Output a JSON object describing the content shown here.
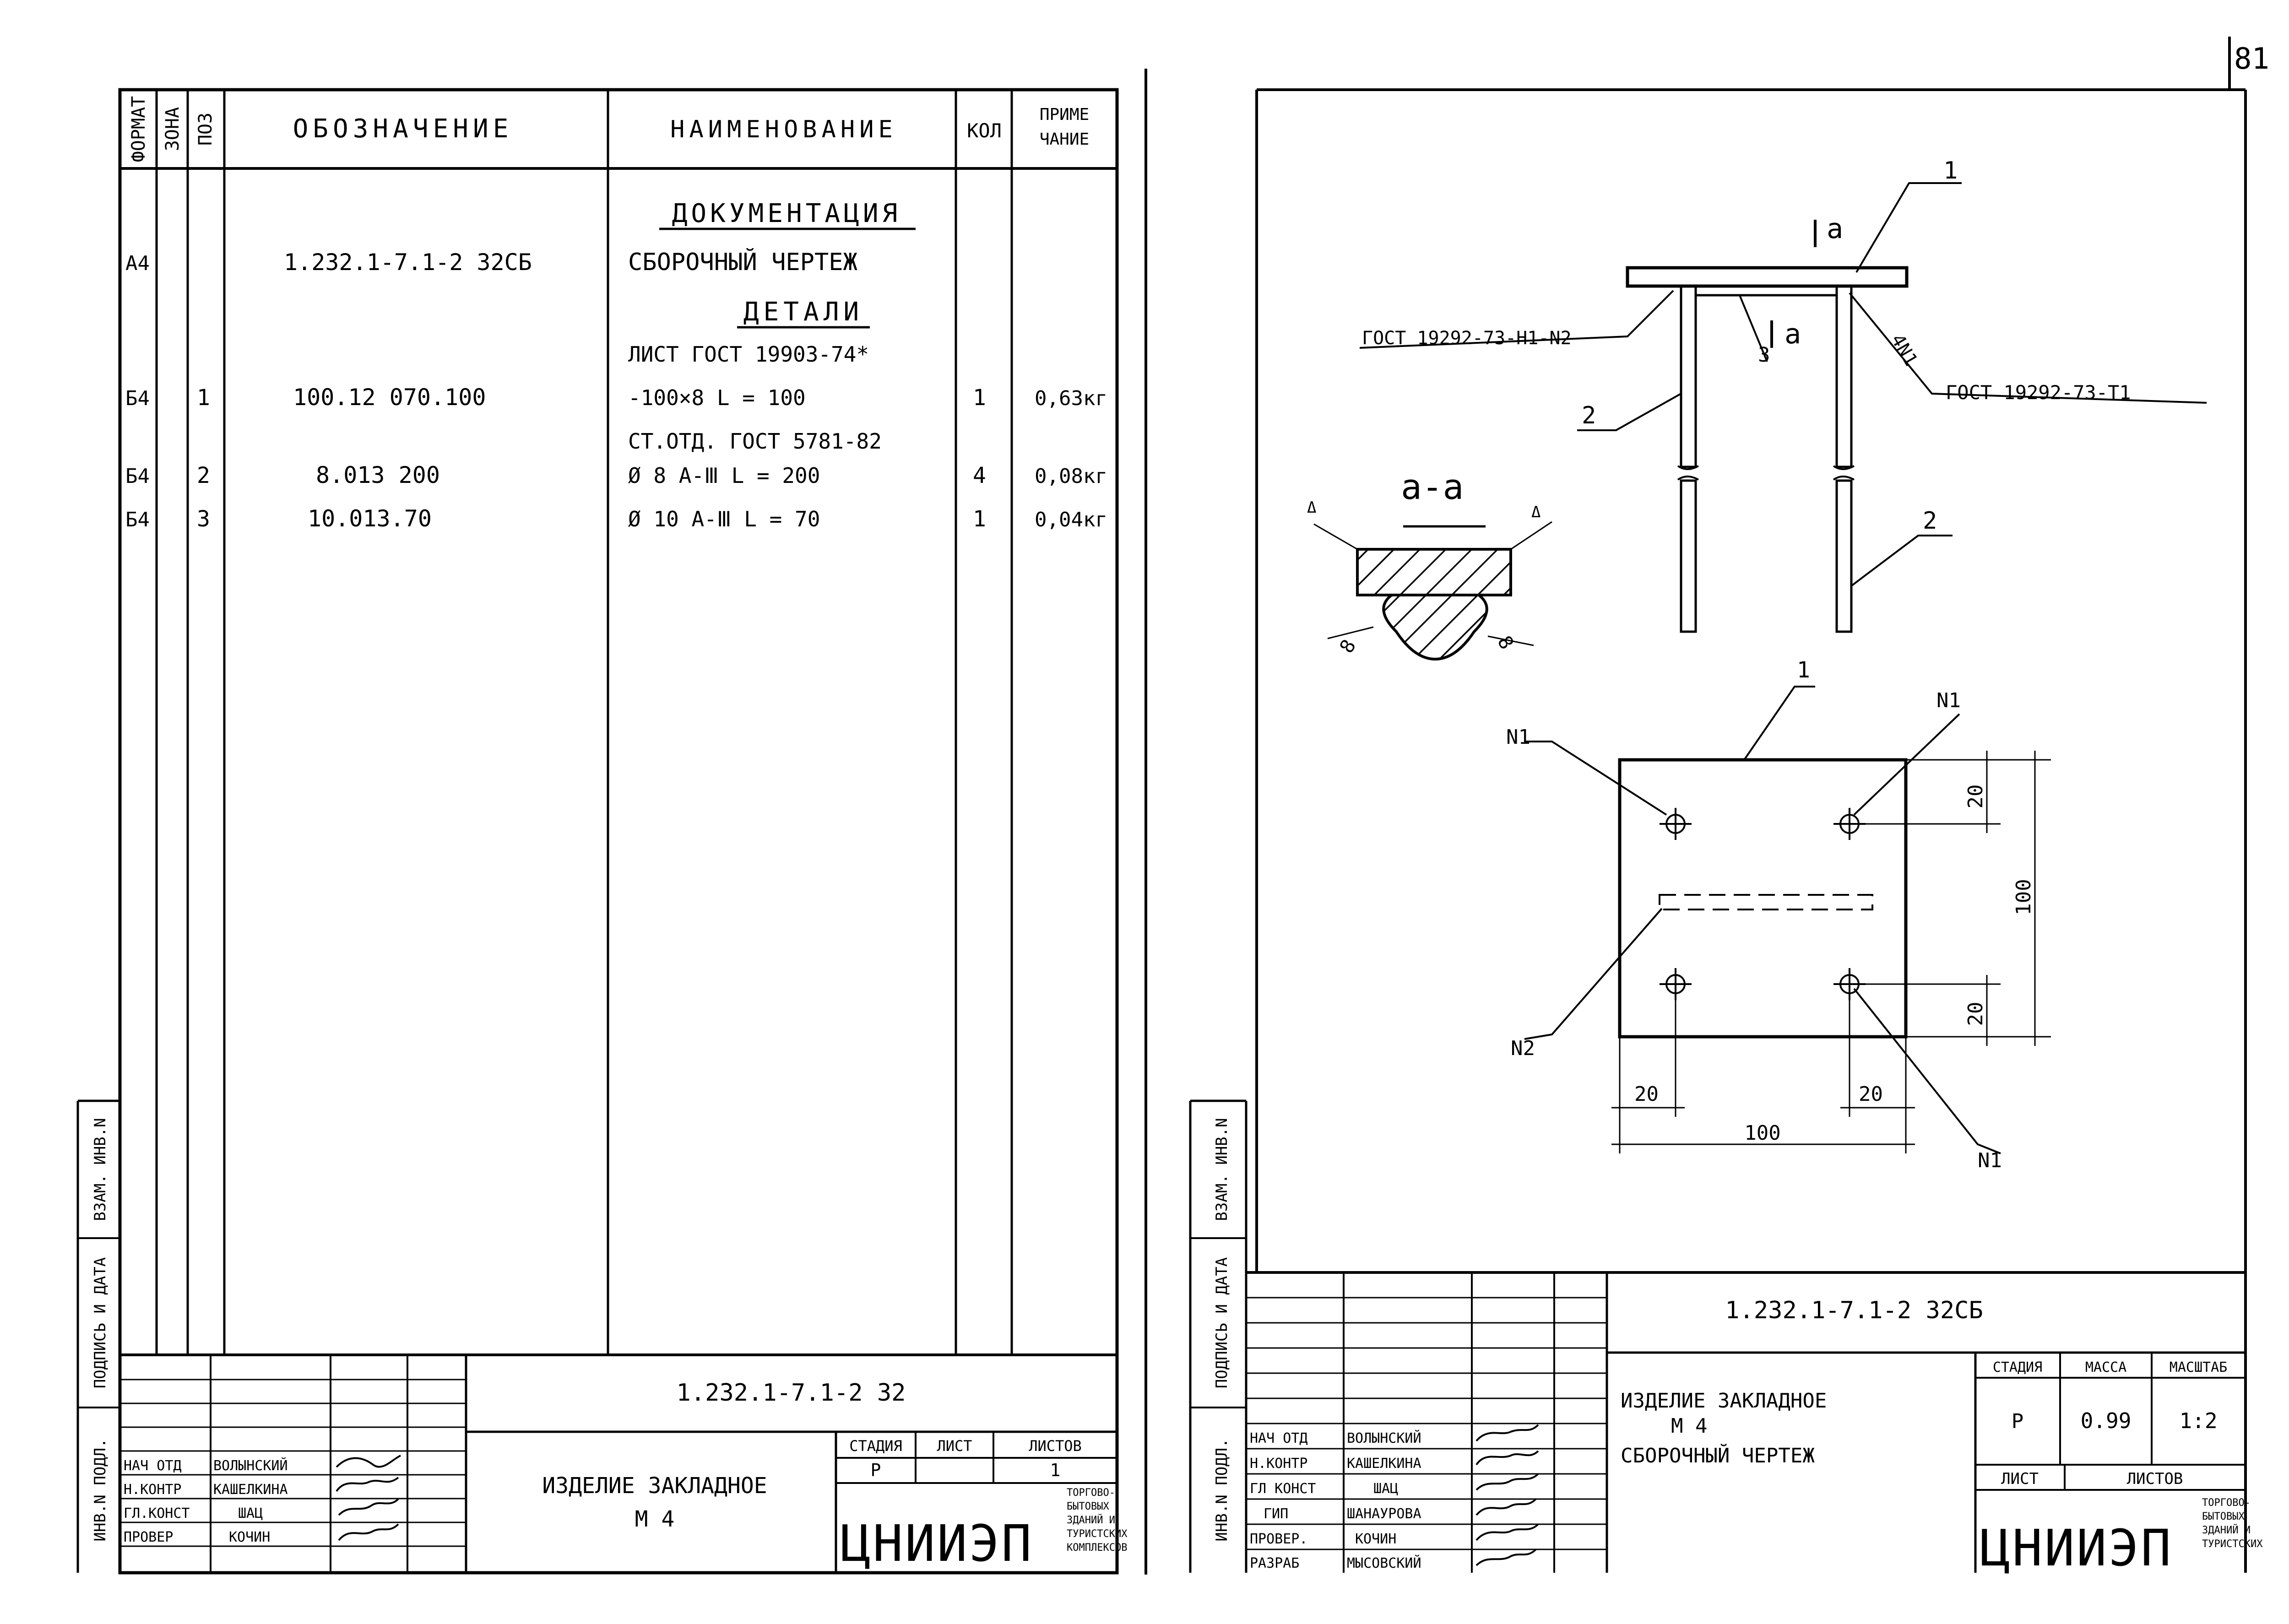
{
  "sheet_number": "81",
  "spec": {
    "headers": {
      "format": "ФОРМАТ",
      "zone": "ЗОНА",
      "pos": "ПОЗ",
      "designation": "ОБОЗНАЧЕНИЕ",
      "name": "НАИМЕНОВАНИЕ",
      "qty": "КОЛ",
      "note_line1": "ПРИМЕ",
      "note_line2": "ЧАНИЕ"
    },
    "section_docs": "ДОКУМЕНТАЦИЯ",
    "section_parts": "ДЕТАЛИ",
    "rows": [
      {
        "format": "А4",
        "pos": "",
        "designation": "1.232.1-7.1-2 32СБ",
        "name": "СБОРОЧНЫЙ ЧЕРТЕЖ",
        "qty": "",
        "note": ""
      },
      {
        "format": "",
        "pos": "",
        "designation": "",
        "name": "ЛИСТ  ГОСТ 19903-74*",
        "qty": "",
        "note": ""
      },
      {
        "format": "Б4",
        "pos": "1",
        "designation": "100.12 070.100",
        "name": "-100×8    L = 100",
        "qty": "1",
        "note": "0,63кг"
      },
      {
        "format": "",
        "pos": "",
        "designation": "",
        "name": "СТ.ОТД.  ГОСТ 5781-82",
        "qty": "",
        "note": ""
      },
      {
        "format": "Б4",
        "pos": "2",
        "designation": "8.013 200",
        "name": "Ø 8  А-Ⅲ      L = 200",
        "qty": "4",
        "note": "0,08кг"
      },
      {
        "format": "Б4",
        "pos": "3",
        "designation": "10.013.70",
        "name": "Ø 10  А-Ⅲ     L = 70",
        "qty": "1",
        "note": "0,04кг"
      }
    ],
    "side_labels": [
      "ИНВ.N ПОДЛ.",
      "ПОДПИСЬ И ДАТА",
      "ВЗАМ. ИНВ.N"
    ],
    "title_block": {
      "code": "1.232.1-7.1-2  32",
      "title_line1": "ИЗДЕЛИЕ  ЗАКЛАДНОЕ",
      "title_line2": "М 4",
      "stage_label": "СТАДИЯ",
      "sheet_label": "ЛИСТ",
      "sheets_label": "ЛИСТОВ",
      "stage": "Р",
      "sheets": "1",
      "roles": [
        "НАЧ ОТД",
        "Н.КОНТР",
        "ГЛ.КОНСТ",
        "ПРОВЕР"
      ],
      "names": [
        "ВОЛЫНСКИЙ",
        "КАШЕЛКИНА",
        "ШАЦ",
        "КОЧИН"
      ],
      "org_logo": "ЦНИИЭП",
      "org_text": [
        "ТОРГОВО-",
        "БЫТОВЫХ",
        "ЗДАНИЙ И",
        "ТУРИСТСКИХ",
        "КОМПЛЕКСОВ"
      ]
    }
  },
  "drawing": {
    "section_label": "а-а",
    "cut_label": "а",
    "weld_label_1": "ГОСТ 19292-73-Н1-N2",
    "weld_label_2": "ГОСТ 19292-73-Т1",
    "weld_mark": "4N1",
    "pos_1": "1",
    "pos_2": "2",
    "pos_3": "3",
    "weld_size": "8",
    "weld_leg": "Δ",
    "plan_labels": {
      "n1": "N1",
      "n2": "N2"
    },
    "dims": {
      "d20": "20",
      "d100": "100"
    },
    "title_block": {
      "code": "1.232.1-7.1-2  32СБ",
      "title_line1": "ИЗДЕЛИЕ ЗАКЛАДНОЕ",
      "title_line2": "М 4",
      "title_line3": "СБОРОЧНЫЙ  ЧЕРТЕЖ",
      "stage_label": "СТАДИЯ",
      "mass_label": "МАССА",
      "scale_label": "МАСШТАБ",
      "stage": "Р",
      "mass": "0.99",
      "scale": "1:2",
      "sheet_label": "ЛИСТ",
      "sheets_label": "ЛИСТОВ",
      "roles": [
        "НАЧ ОТД",
        "Н.КОНТР",
        "ГЛ КОНСТ",
        "ГИП",
        "ПРОВЕР.",
        "РАЗРАБ"
      ],
      "names": [
        "ВОЛЫНСКИЙ",
        "КАШЕЛКИНА",
        "ШАЦ",
        "ШАНАУРОВА",
        "КОЧИН",
        "МЫСОВСКИЙ"
      ],
      "org_logo": "ЦНИИЭП",
      "org_text": [
        "ТОРГОВО-",
        "БЫТОВЫХ",
        "ЗДАНИЙ И",
        "ТУРИСТСКИХ"
      ]
    }
  }
}
